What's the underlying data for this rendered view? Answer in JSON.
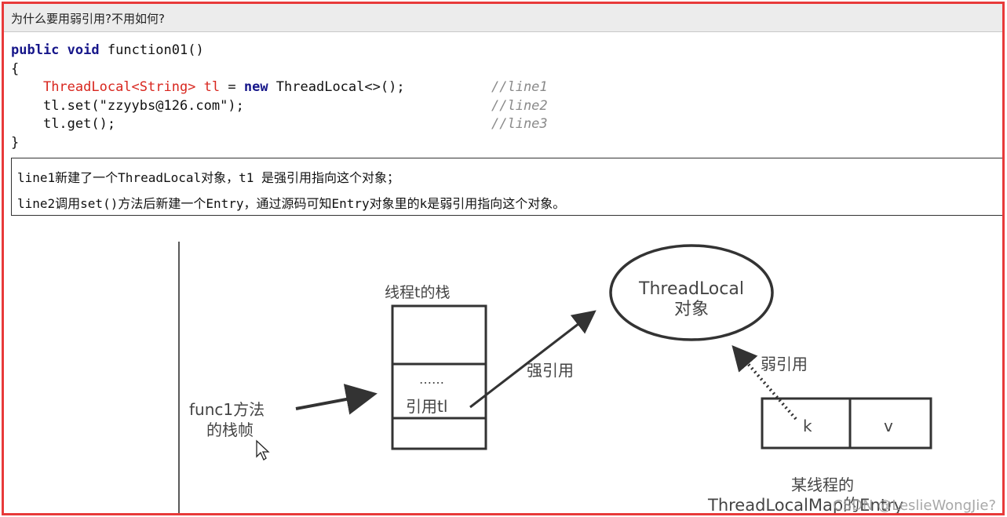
{
  "header": {
    "title": "为什么要用弱引用?不用如何?"
  },
  "code": {
    "sig_kw1": "public",
    "sig_kw2": "void",
    "sig_name": "function01()",
    "open_brace": "{",
    "l1_type": "ThreadLocal<String> tl",
    "l1_eq": " = ",
    "l1_new": "new",
    "l1_rest": " ThreadLocal<>();",
    "l1_comment": "//line1",
    "l2_code": "tl.set(\"zzyybs@126.com\");",
    "l2_comment": "//line2",
    "l3_code": "tl.get();",
    "l3_comment": "//line3",
    "close_brace": "}"
  },
  "note": {
    "line1": "line1新建了一个ThreadLocal对象，t1 是强引用指向这个对象；",
    "line2": "line2调用set()方法后新建一个Entry，通过源码可知Entry对象里的k是弱引用指向这个对象。"
  },
  "diagram": {
    "stack_title": "线程t的栈",
    "stack_dots": "……",
    "stack_ref": "引用tl",
    "frame_label_1": "func1方法",
    "frame_label_2": "的栈帧",
    "strong_ref": "强引用",
    "tl_obj_1": "ThreadLocal",
    "tl_obj_2": "对象",
    "weak_ref": "弱引用",
    "entry_k": "k",
    "entry_v": "v",
    "entry_caption_1": "某线程的",
    "entry_caption_2": "ThreadLocalMap的Entry",
    "watermark": "CSDN @LeslieWongJie?"
  },
  "colors": {
    "frame_border": "#e83a3a",
    "keyword": "#16168a",
    "type_red": "#d8261e",
    "comment": "#8a8a8a"
  }
}
